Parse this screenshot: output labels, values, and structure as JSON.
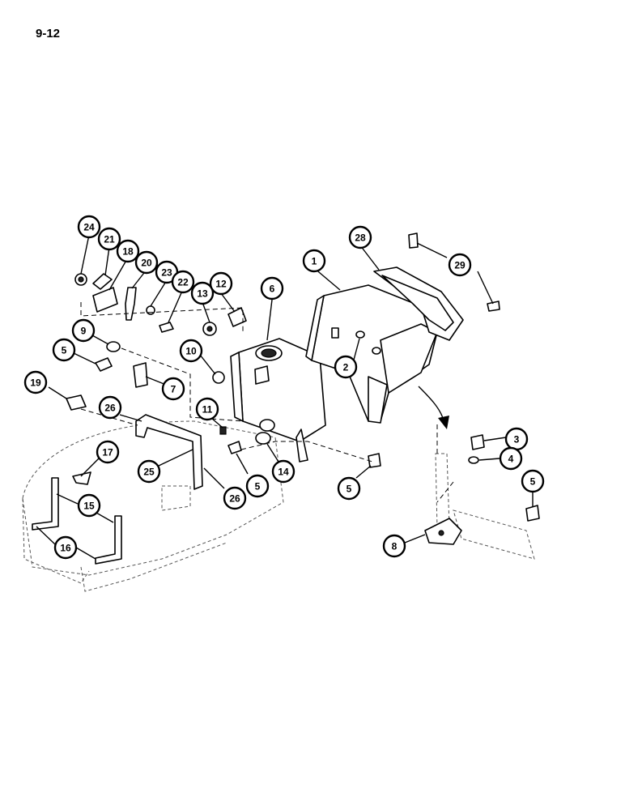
{
  "page": {
    "number": "9-12"
  },
  "callouts": [
    {
      "id": "c24",
      "label": "24"
    },
    {
      "id": "c21",
      "label": "21"
    },
    {
      "id": "c18",
      "label": "18"
    },
    {
      "id": "c20",
      "label": "20"
    },
    {
      "id": "c23",
      "label": "23"
    },
    {
      "id": "c22",
      "label": "22"
    },
    {
      "id": "c13",
      "label": "13"
    },
    {
      "id": "c12",
      "label": "12"
    },
    {
      "id": "c6",
      "label": "6"
    },
    {
      "id": "c1",
      "label": "1"
    },
    {
      "id": "c28",
      "label": "28"
    },
    {
      "id": "c29",
      "label": "29"
    },
    {
      "id": "c9",
      "label": "9"
    },
    {
      "id": "c5a",
      "label": "5"
    },
    {
      "id": "c10",
      "label": "10"
    },
    {
      "id": "c7",
      "label": "7"
    },
    {
      "id": "c2",
      "label": "2"
    },
    {
      "id": "c19",
      "label": "19"
    },
    {
      "id": "c26a",
      "label": "26"
    },
    {
      "id": "c11",
      "label": "11"
    },
    {
      "id": "c17",
      "label": "17"
    },
    {
      "id": "c25",
      "label": "25"
    },
    {
      "id": "c5b",
      "label": "5"
    },
    {
      "id": "c14",
      "label": "14"
    },
    {
      "id": "c26b",
      "label": "26"
    },
    {
      "id": "c5c",
      "label": "5"
    },
    {
      "id": "c15",
      "label": "15"
    },
    {
      "id": "c16",
      "label": "16"
    },
    {
      "id": "c3",
      "label": "3"
    },
    {
      "id": "c4",
      "label": "4"
    },
    {
      "id": "c5d",
      "label": "5"
    },
    {
      "id": "c8",
      "label": "8"
    }
  ]
}
